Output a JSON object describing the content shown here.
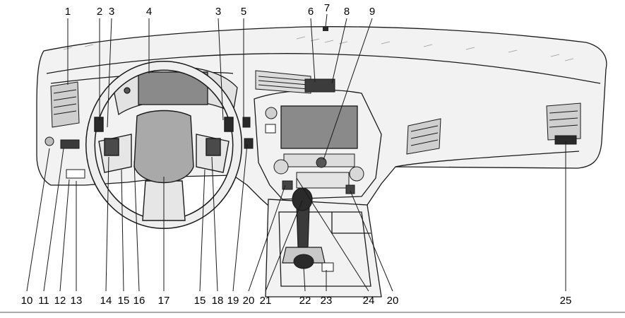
{
  "diagram": {
    "top_callouts": [
      "1",
      "2",
      "3",
      "4",
      "3",
      "5",
      "6",
      "7",
      "8",
      "9"
    ],
    "bottom_callouts": [
      "10",
      "11",
      "12",
      "13",
      "14",
      "15",
      "16",
      "17",
      "15",
      "18",
      "19",
      "20",
      "21",
      "22",
      "23",
      "24",
      "20",
      "25"
    ]
  },
  "colors": {
    "line": "#1a1a1a",
    "panel_fill": "#f2f2f2",
    "dark_fill": "#6e6e6e",
    "mid_fill": "#a9a9a9",
    "display_fill": "#8a8a8a"
  }
}
